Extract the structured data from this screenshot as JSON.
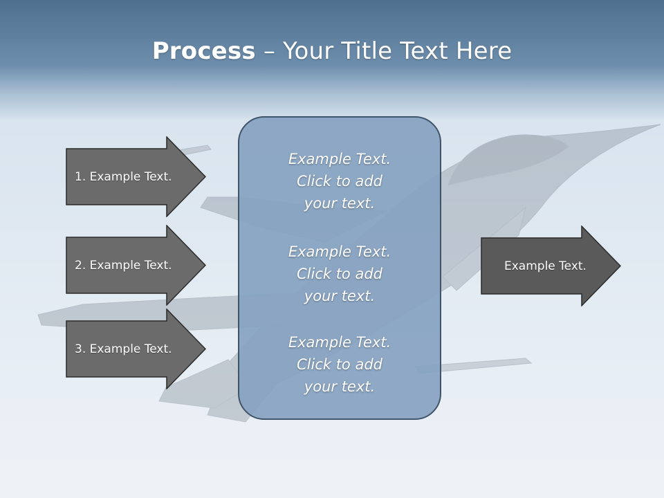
{
  "slide": {
    "title_bold": "Process",
    "title_rest": " – Your Title Text Here"
  },
  "inputs": [
    {
      "label": "1. Example Text."
    },
    {
      "label": "2. Example Text."
    },
    {
      "label": "3. Example Text."
    }
  ],
  "center": {
    "paragraphs": [
      {
        "line1": "Example Text.",
        "line2": "Click  to add",
        "line3": "your text."
      },
      {
        "line1": "Example Text.",
        "line2": "Click  to add",
        "line3": "your text."
      },
      {
        "line1": "Example Text.",
        "line2": "Click  to add",
        "line3": "your text."
      }
    ]
  },
  "output": {
    "label": "Example Text."
  },
  "colors": {
    "arrow_fill": "#6b6b6b",
    "output_arrow_fill": "#5a5a5a",
    "arrow_border": "#2b2b2b",
    "center_fill": "#87a3c1",
    "center_border": "#3f5468",
    "header_blue": "#5c7b99"
  },
  "background": {
    "image": "fighter-jet-photo"
  }
}
